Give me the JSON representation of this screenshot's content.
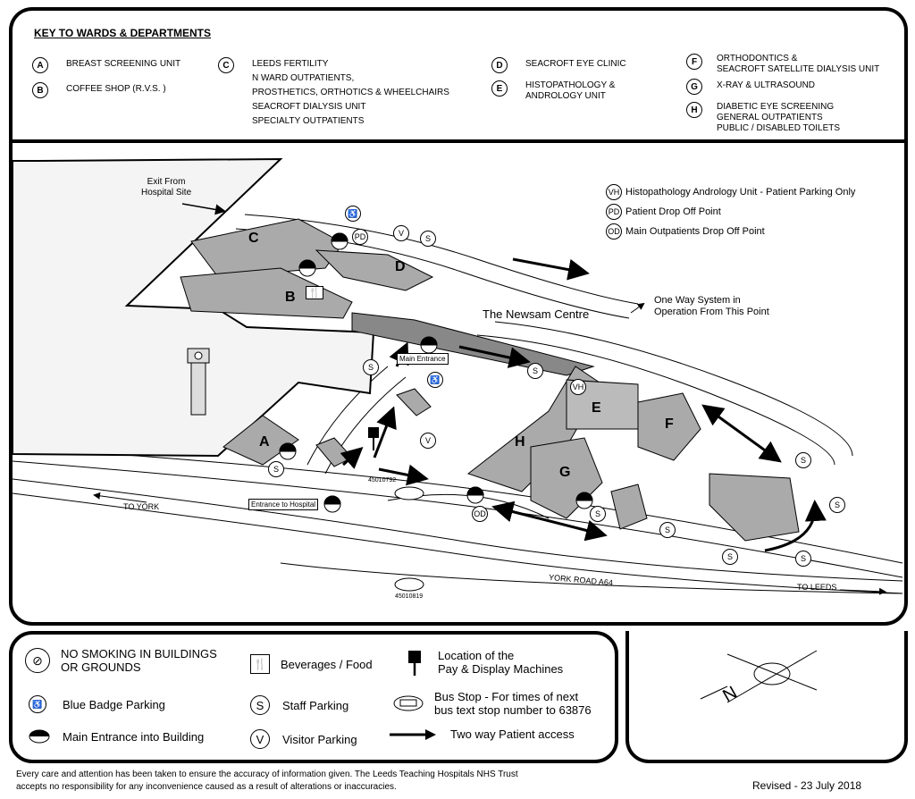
{
  "key": {
    "title": "KEY TO WARDS & DEPARTMENTS",
    "items": [
      {
        "letter": "A",
        "lines": [
          "BREAST SCREENING UNIT"
        ]
      },
      {
        "letter": "B",
        "lines": [
          "COFFEE SHOP (R.V.S. )"
        ]
      },
      {
        "letter": "C",
        "lines": [
          "LEEDS FERTILITY",
          "N WARD OUTPATIENTS,",
          "PROSTHETICS, ORTHOTICS & WHEELCHAIRS",
          "SEACROFT DIALYSIS UNIT",
          "SPECIALTY OUTPATIENTS"
        ]
      },
      {
        "letter": "D",
        "lines": [
          "SEACROFT EYE CLINIC"
        ]
      },
      {
        "letter": "E",
        "lines": [
          "HISTOPATHOLOGY &",
          "ANDROLOGY UNIT"
        ]
      },
      {
        "letter": "F",
        "lines": [
          "ORTHODONTICS &",
          "SEACROFT SATELLITE DIALYSIS UNIT"
        ]
      },
      {
        "letter": "G",
        "lines": [
          "X-RAY & ULTRASOUND"
        ]
      },
      {
        "letter": "H",
        "lines": [
          "DIABETIC EYE SCREENING",
          "GENERAL OUTPATIENTS",
          "PUBLIC / DISABLED TOILETS"
        ]
      }
    ]
  },
  "map": {
    "exit_label": [
      "Exit From",
      "Hospital Site"
    ],
    "one_way_label": [
      "One Way System in",
      "Operation From This Point"
    ],
    "newsam_centre": "The Newsam Centre",
    "main_entrance": "Main Entrance",
    "entrance_to_hospital": "Entrance to Hospital",
    "to_york": "TO YORK",
    "to_leeds": "TO LEEDS",
    "york_road": "YORK  ROAD  A64",
    "bus_stop_1": "45010792",
    "bus_stop_2": "45010819",
    "building_letters": [
      "A",
      "B",
      "C",
      "D",
      "E",
      "F",
      "G",
      "H"
    ],
    "special_key": [
      {
        "code": "VH",
        "label": "Histopathology Andrology Unit - Patient Parking Only"
      },
      {
        "code": "PD",
        "label": "Patient Drop Off Point"
      },
      {
        "code": "OD",
        "label": "Main Outpatients Drop Off Point"
      }
    ],
    "staff_parking_symbol": "S",
    "visitor_parking_symbol": "V",
    "pd_symbol": "PD",
    "od_symbol": "OD",
    "vh_symbol": "VH"
  },
  "legend": {
    "no_smoking": [
      "NO SMOKING IN BUILDINGS",
      "OR GROUNDS"
    ],
    "blue_badge": "Blue Badge Parking",
    "main_entrance": "Main Entrance into Building",
    "beverages": "Beverages / Food",
    "staff_parking": "Staff Parking",
    "visitor_parking": "Visitor Parking",
    "pay_display": [
      "Location of the",
      "Pay & Display Machines"
    ],
    "bus_stop": [
      "Bus Stop - For times of next",
      "bus text stop number to 63876"
    ],
    "two_way": "Two way Patient access",
    "staff_symbol": "S",
    "visitor_symbol": "V"
  },
  "footer": {
    "disclaimer": [
      "Every care and attention has been taken to ensure the accuracy of information given. The Leeds Teaching Hospitals NHS Trust",
      "accepts no responsibility for any inconvenience caused as a result of alterations or inaccuracies."
    ],
    "revised": "Revised - 23 July 2018"
  },
  "compass": {
    "north": "N"
  }
}
